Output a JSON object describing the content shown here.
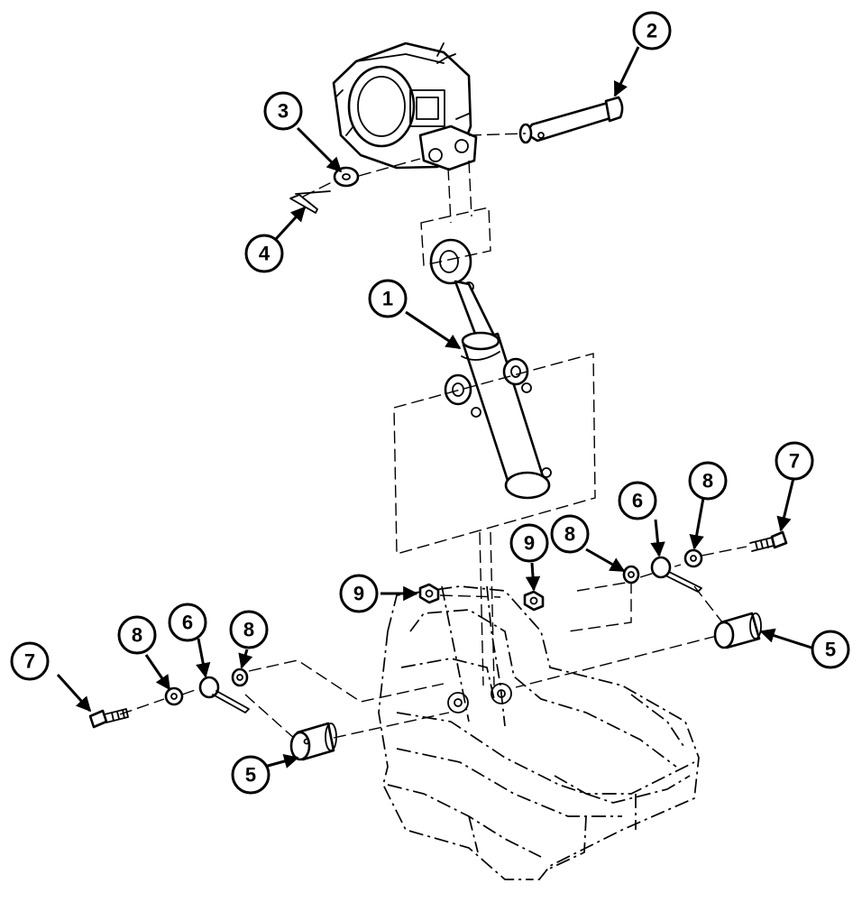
{
  "colors": {
    "line": "#000000",
    "background": "#ffffff"
  },
  "callouts": [
    {
      "id": "c1",
      "label": "1",
      "part": "cylinder"
    },
    {
      "id": "c2",
      "label": "2",
      "part": "pin"
    },
    {
      "id": "c3",
      "label": "3",
      "part": "washer"
    },
    {
      "id": "c4",
      "label": "4",
      "part": "cotter-pin"
    },
    {
      "id": "c5a",
      "label": "5",
      "part": "pin"
    },
    {
      "id": "c5b",
      "label": "5",
      "part": "pin"
    },
    {
      "id": "c6a",
      "label": "6",
      "part": "clip"
    },
    {
      "id": "c6b",
      "label": "6",
      "part": "clip"
    },
    {
      "id": "c7a",
      "label": "7",
      "part": "screw"
    },
    {
      "id": "c7b",
      "label": "7",
      "part": "screw"
    },
    {
      "id": "c8a",
      "label": "8",
      "part": "washer"
    },
    {
      "id": "c8b",
      "label": "8",
      "part": "washer"
    },
    {
      "id": "c8c",
      "label": "8",
      "part": "washer"
    },
    {
      "id": "c8d",
      "label": "8",
      "part": "washer"
    },
    {
      "id": "c9a",
      "label": "9",
      "part": "nut"
    },
    {
      "id": "c9b",
      "label": "9",
      "part": "nut"
    }
  ]
}
